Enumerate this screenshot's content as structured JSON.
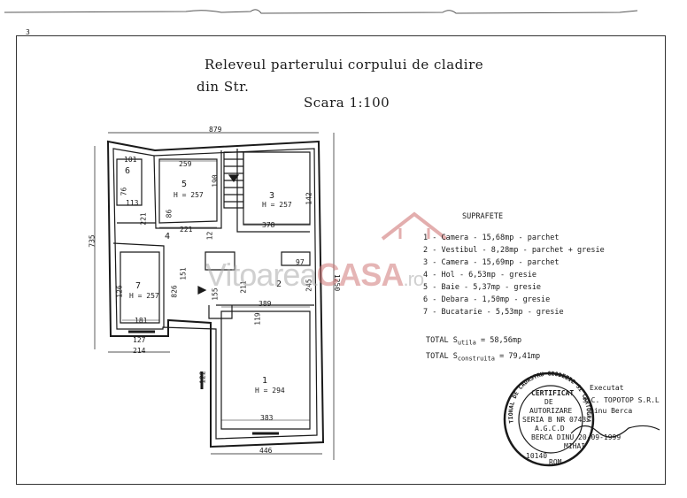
{
  "header": {
    "page_marks": "3"
  },
  "title": {
    "line1": "Releveul parterului corpului de cladire",
    "line2": "din Str.",
    "scale": "Scara 1:100"
  },
  "plan": {
    "rooms": [
      {
        "num": "1",
        "height": "H = 294"
      },
      {
        "num": "2",
        "height": ""
      },
      {
        "num": "3",
        "height": "H = 257"
      },
      {
        "num": "4",
        "height": ""
      },
      {
        "num": "5",
        "height": "H = 257"
      },
      {
        "num": "6",
        "height": ""
      },
      {
        "num": "7",
        "height": "H = 257"
      }
    ],
    "dims": {
      "top": "879",
      "left": "735",
      "right": "1250",
      "bottom": "446",
      "bottom_left": "214",
      "r5_w": "259",
      "r3_w": "378",
      "r4_w": "221",
      "r2_w": "389",
      "r1_w": "383",
      "r7_w": "181",
      "r6_w": "113",
      "v1": "190",
      "v2": "142",
      "v3": "245",
      "v4": "221",
      "v5": "211",
      "d1": "101",
      "d2": "76",
      "d3": "86",
      "d4": "97",
      "d5": "151",
      "d6": "155",
      "d7": "119",
      "d8": "122",
      "d9": "126",
      "d10": "127",
      "d11": "826",
      "d12": "12"
    }
  },
  "legend": {
    "heading": "SUPRAFETE",
    "items": [
      "1 - Camera - 15,68mp - parchet",
      "2 - Vestibul - 8,28mp - parchet + gresie",
      "3 - Camera - 15,69mp - parchet",
      "4 - Hol - 6,53mp - gresie",
      "5 - Baie - 5,37mp - gresie",
      "6 - Debara - 1,50mp - gresie",
      "7 - Bucatarie - 5,53mp - gresie"
    ],
    "total_utila_label": "TOTAL S",
    "total_utila_sub": "utila",
    "total_utila_value": "= 58,56mp",
    "total_constr_label": "TOTAL S",
    "total_constr_sub": "construita",
    "total_constr_value": "= 79,41mp"
  },
  "stamp": {
    "ring_top": "TIONAL DE CADASTRU GEODEZIE SI CARTOGRAFIE",
    "line1": "CERTIFICAT",
    "line2": "DE",
    "line3": "AUTORIZARE",
    "line4": "SERIA B NR 0743",
    "line5": "A.G.C.D",
    "line6": "BERCA DINU",
    "line7": "MIHAI",
    "bottom": "ROM",
    "code": "10140"
  },
  "signature": {
    "executat": "Executat",
    "company": "S.C. TOPOTOP S.R.L",
    "name": "Dinu Berca",
    "date": "20-09-1999"
  },
  "watermark": {
    "part1": "Vitoarea",
    "part2": "CASA",
    "part3": ".ro"
  },
  "colors": {
    "ink": "#1a1a1a",
    "watermark_red": "#d07878",
    "watermark_gray": "#aaaaaa"
  }
}
